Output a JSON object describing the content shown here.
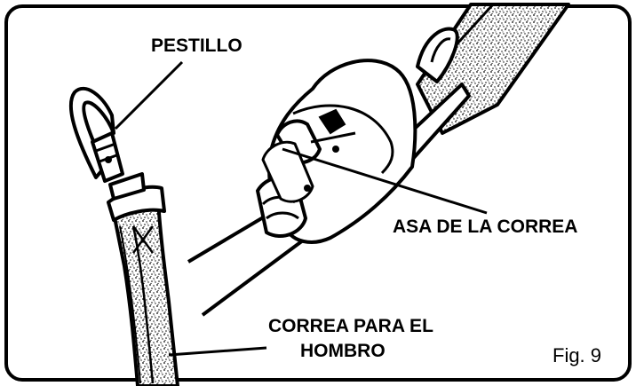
{
  "labels": {
    "latch": "PESTILLO",
    "strap_handle": "ASA DE LA CORREA",
    "shoulder_strap_line1": "CORREA PARA EL",
    "shoulder_strap_line2": "HOMBRO"
  },
  "figure_label": "Fig. 9",
  "colors": {
    "ink": "#000000",
    "paper": "#ffffff",
    "texture": "#9a9a9a"
  }
}
